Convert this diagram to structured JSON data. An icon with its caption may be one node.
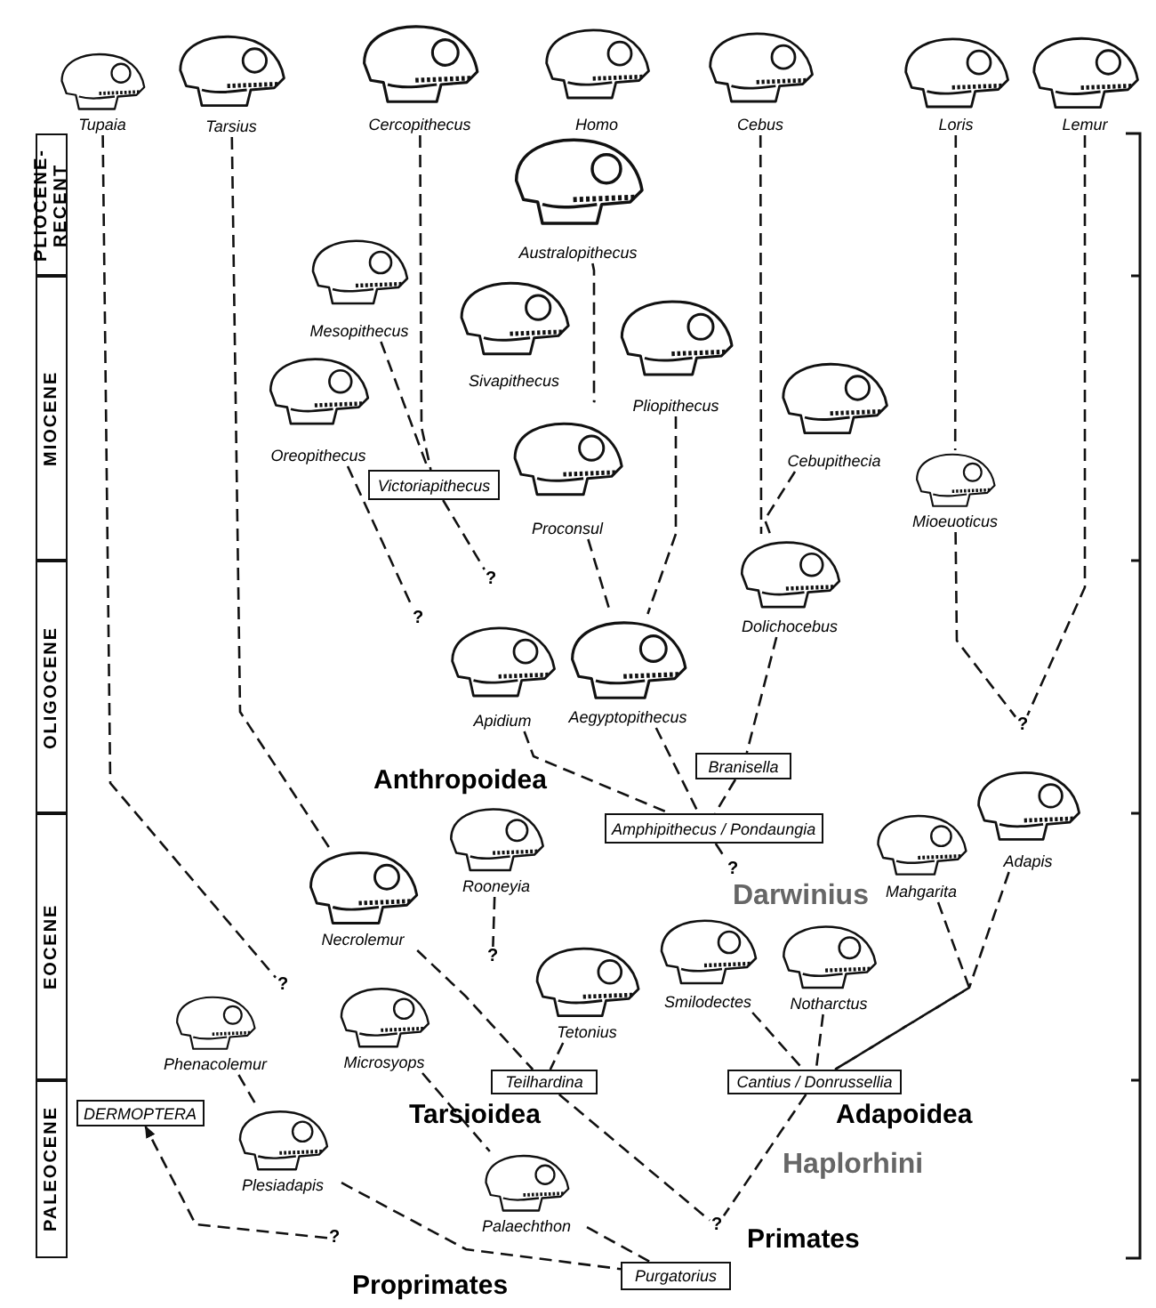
{
  "diagram": {
    "nodes": [
      {
        "text": [
          "Tupaia"
        ]
      },
      {
        "text": [
          "Tarsius"
        ]
      },
      {
        "text": [
          "Cercopithecus"
        ]
      },
      {
        "text": [
          "Homo"
        ]
      },
      {
        "text": [
          "Cebus"
        ]
      },
      {
        "text": [
          "Loris"
        ]
      },
      {
        "text": [
          "Lemur"
        ]
      },
      {
        "text": [
          "Australopithecus"
        ]
      },
      {
        "text": [
          "Mesopithecus"
        ]
      },
      {
        "text": [
          "Sivapithecus"
        ]
      },
      {
        "text": [
          "Pliopithecus"
        ]
      },
      {
        "text": [
          "Oreopithecus"
        ]
      },
      {
        "text": [
          "Cebupithecia"
        ]
      },
      {
        "text": [
          "Victoriapithecus"
        ]
      },
      {
        "text": [
          "Proconsul"
        ]
      },
      {
        "text": [
          "Mioeuoticus"
        ]
      },
      {
        "text": [
          "Dolichocebus"
        ]
      },
      {
        "text": [
          "Apidium"
        ]
      },
      {
        "text": [
          "Aegyptopithecus"
        ]
      },
      {
        "text": [
          "Branisella"
        ]
      },
      {
        "text": [
          "Amphipithecus / Pondaungia"
        ]
      },
      {
        "text": [
          "Adapis"
        ]
      },
      {
        "text": [
          "Rooneyia"
        ]
      },
      {
        "text": [
          "Mahgarita"
        ]
      },
      {
        "text": [
          "Necrolemur"
        ]
      },
      {
        "text": [
          "Smilodectes"
        ]
      },
      {
        "text": [
          "Notharctus"
        ]
      },
      {
        "text": [
          "Tetonius"
        ]
      },
      {
        "text": [
          "Phenacolemur"
        ]
      },
      {
        "text": [
          "Microsyops"
        ]
      },
      {
        "text": [
          "Teilhardina"
        ]
      },
      {
        "text": [
          "Cantius / Donrussellia"
        ]
      },
      {
        "text": [
          "DERMOPTERA"
        ]
      },
      {
        "text": [
          "Plesiadapis"
        ]
      },
      {
        "text": [
          "Palaechthon"
        ]
      },
      {
        "text": [
          "Purgatorius"
        ]
      },
      {
        "text": [
          "PLIOCENE- RECENT"
        ]
      },
      {
        "text": [
          "MIOCENE"
        ]
      },
      {
        "text": [
          "OLIGOCENE"
        ]
      },
      {
        "text": [
          "EOCENE"
        ]
      },
      {
        "text": [
          "PALEOCENE"
        ]
      },
      {
        "text": [
          "?"
        ]
      },
      {
        "text": [
          "?"
        ]
      },
      {
        "text": [
          "?"
        ]
      },
      {
        "text": [
          "?"
        ]
      },
      {
        "text": [
          "?"
        ]
      },
      {
        "text": [
          "?"
        ]
      },
      {
        "text": [
          "?"
        ]
      },
      {
        "text": [
          "?"
        ]
      }
    ],
    "edges": [
      {
        "from": 0,
        "to": 46,
        "arrow": "none",
        "style": "dashed"
      },
      {
        "from": 1,
        "to": 24,
        "arrow": "none",
        "style": "dashed"
      },
      {
        "from": 2,
        "to": 13,
        "arrow": "none",
        "style": "dashed"
      },
      {
        "from": 8,
        "to": 13,
        "arrow": "none",
        "style": "dashed"
      },
      {
        "from": 13,
        "to": 41,
        "arrow": "none",
        "style": "dashed"
      },
      {
        "from": 11,
        "to": 42,
        "arrow": "none",
        "style": "dashed"
      },
      {
        "from": 7,
        "to": 14,
        "arrow": "none",
        "style": "dashed"
      },
      {
        "from": 14,
        "to": 18,
        "arrow": "none",
        "style": "dashed"
      },
      {
        "from": 10,
        "to": 18,
        "arrow": "none",
        "style": "dashed"
      },
      {
        "from": 4,
        "to": 16,
        "arrow": "none",
        "style": "dashed"
      },
      {
        "from": 12,
        "to": 16,
        "arrow": "none",
        "style": "dashed"
      },
      {
        "from": 16,
        "to": 19,
        "arrow": "none",
        "style": "dashed"
      },
      {
        "from": 17,
        "to": 20,
        "arrow": "none",
        "style": "dashed"
      },
      {
        "from": 18,
        "to": 20,
        "arrow": "none",
        "style": "dashed"
      },
      {
        "from": 19,
        "to": 20,
        "arrow": "none",
        "style": "dashed"
      },
      {
        "from": 20,
        "to": 44,
        "arrow": "none",
        "style": "dashed"
      },
      {
        "from": 5,
        "to": 15,
        "arrow": "none",
        "style": "dashed"
      },
      {
        "from": 15,
        "to": 43,
        "arrow": "none",
        "style": "dashed"
      },
      {
        "from": 6,
        "to": 43,
        "arrow": "none",
        "style": "dashed"
      },
      {
        "from": 22,
        "to": 45,
        "arrow": "none",
        "style": "dashed"
      },
      {
        "from": 24,
        "to": 30,
        "arrow": "none",
        "style": "dashed"
      },
      {
        "from": 27,
        "to": 30,
        "arrow": "none",
        "style": "dashed"
      },
      {
        "from": 23,
        "to": 31,
        "arrow": "none",
        "style": "dashed"
      },
      {
        "from": 21,
        "to": 31,
        "arrow": "none",
        "style": "dashed"
      },
      {
        "from": 25,
        "to": 31,
        "arrow": "none",
        "style": "dashed"
      },
      {
        "from": 26,
        "to": 31,
        "arrow": "none",
        "style": "dashed"
      },
      {
        "from": 30,
        "to": 47,
        "arrow": "none",
        "style": "dashed"
      },
      {
        "from": 31,
        "to": 47,
        "arrow": "none",
        "style": "dashed"
      },
      {
        "from": 29,
        "to": 34,
        "arrow": "none",
        "style": "dashed"
      },
      {
        "from": 34,
        "to": 35,
        "arrow": "none",
        "style": "dashed"
      },
      {
        "from": 28,
        "to": 33,
        "arrow": "none",
        "style": "dashed"
      },
      {
        "from": 33,
        "to": 35,
        "arrow": "none",
        "style": "dashed"
      },
      {
        "from": 48,
        "to": 32,
        "arrow": "to",
        "style": "dashed"
      }
    ],
    "labels": [
      "Anthropoidea",
      "Darwinius",
      "Tarsioidea",
      "Adapoidea",
      "Haplorhini",
      "Primates",
      "Proprimates"
    ]
  }
}
